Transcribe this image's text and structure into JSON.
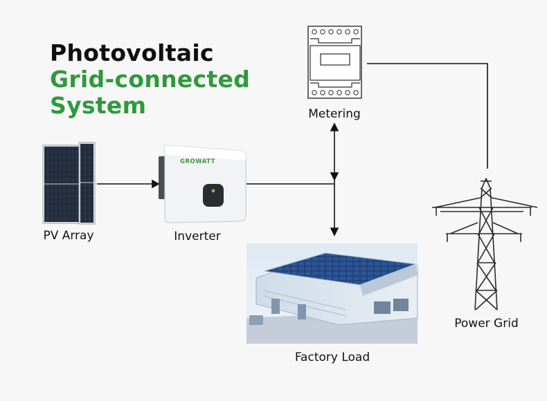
{
  "title": {
    "line1": "Photovoltaic",
    "line2": "Grid-connected",
    "line3": "System"
  },
  "components": {
    "pv_array": "PV Array",
    "inverter": "Inverter",
    "metering": "Metering",
    "factory_load": "Factory Load",
    "power_grid": "Power Grid",
    "inverter_brand": "GROWATT"
  },
  "colors": {
    "background": "#f7f7f7",
    "title_black": "#0e0e0e",
    "title_green": "#2e9a3c",
    "line": "#111111",
    "panel": "#1b2332",
    "tower": "#2a2a2a"
  }
}
